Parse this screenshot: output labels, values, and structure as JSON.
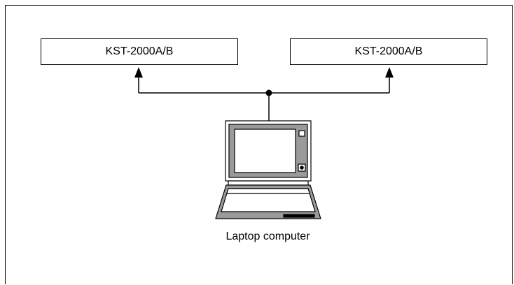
{
  "diagram": {
    "devices": [
      {
        "label": "KST-2000A/B"
      },
      {
        "label": "KST-2000A/B"
      }
    ],
    "computer": {
      "label": "Laptop computer"
    }
  }
}
